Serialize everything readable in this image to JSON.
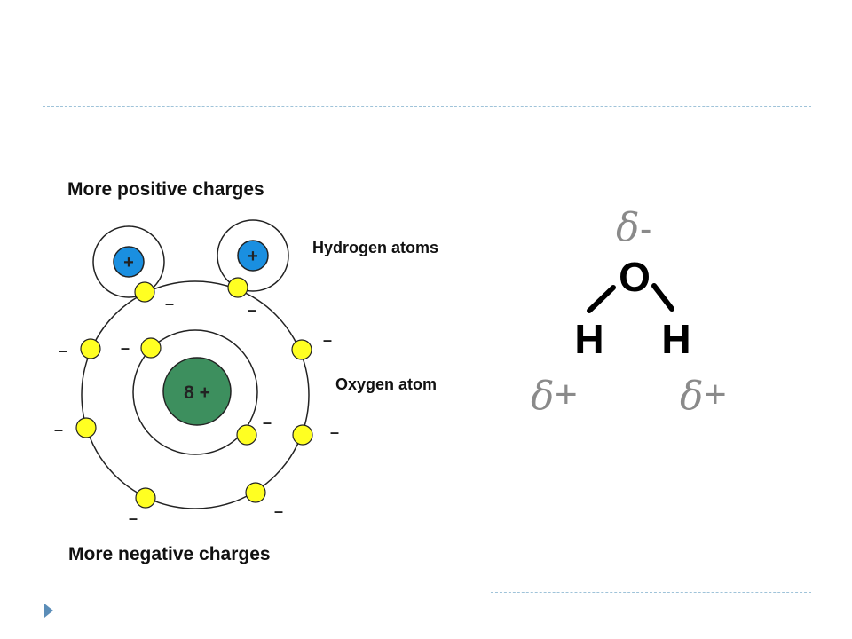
{
  "labels": {
    "top": "More  positive charges",
    "hydrogen": "Hydrogen atoms",
    "oxygen": "Oxygen atom",
    "bottom": "More negative charges"
  },
  "nucleus": {
    "oxygen": "8 +",
    "hydrogen_charge": "+"
  },
  "electron_charge": "–",
  "molecule": {
    "oxygen": "O",
    "hydrogen_left": "H",
    "hydrogen_right": "H",
    "delta": "δ",
    "neg_sign": "-",
    "pos_sign": "+"
  },
  "colors": {
    "electron": "#ffff22",
    "hydrogen_nucleus": "#1a8fe0",
    "oxygen_nucleus": "#3d8f5e",
    "delta": "#8a8a8a"
  }
}
